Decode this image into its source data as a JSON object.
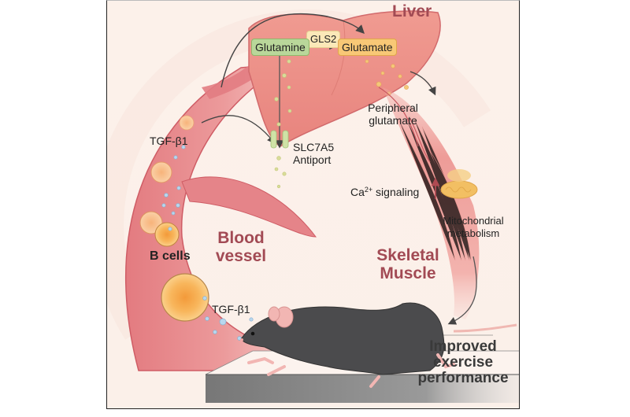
{
  "diagram": {
    "organs": {
      "liver": "Liver",
      "blood_vessel_line1": "Blood",
      "blood_vessel_line2": "vessel",
      "skeletal_muscle_line1": "Skeletal",
      "skeletal_muscle_line2": "Muscle"
    },
    "metabolites": {
      "glutamine": "Glutamine",
      "glutamate": "Glutamate",
      "enzyme": "GLS2"
    },
    "transporter": {
      "line1": "SLC7A5",
      "line2": "Antiport"
    },
    "peripheral": {
      "line1": "Peripheral",
      "line2": "glutamate"
    },
    "signaling": {
      "prefix": "Ca",
      "superscript": "2+",
      "suffix": " signaling"
    },
    "mitochondria": {
      "line1": "Mitochondrial",
      "line2": "metabolism"
    },
    "cells": {
      "b_cells": "B cells",
      "tgf_top": "TGF-β1",
      "tgf_bottom": "TGF-β1"
    },
    "outcome": {
      "line1": "Improved",
      "line2": "exercise",
      "line3": "performance"
    },
    "colors": {
      "vessel": "#e27c82",
      "liver": "#ec8f87",
      "muscle": "#f0a5a1",
      "label_red": "#a24a54",
      "b_cell": "#f7b458",
      "tgf_dot": "#a9cde8",
      "glutamate_dot": "#f3c271",
      "glutamine_dot": "#cbd98e",
      "mouse": "#4a4a4c",
      "arrow": "#444444"
    }
  }
}
